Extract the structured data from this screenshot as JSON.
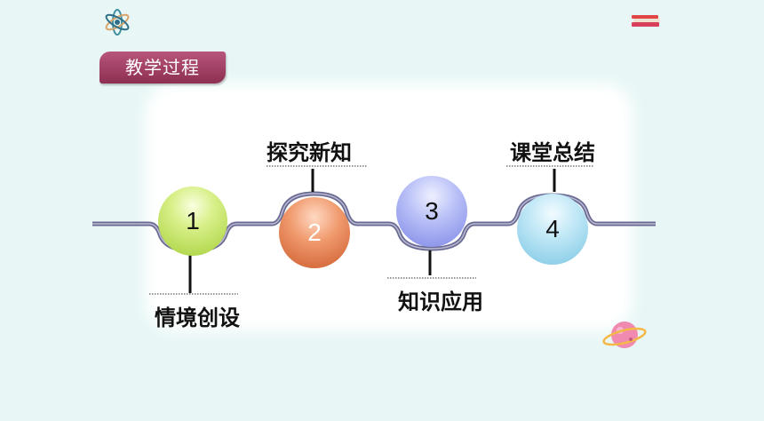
{
  "header": {
    "section_title": "教学过程"
  },
  "icons": {
    "top_left": "atom-icon",
    "top_right": "books-icon",
    "bottom_right": "planet-icon"
  },
  "timeline": {
    "steps": [
      {
        "number": "1",
        "label": "情境创设"
      },
      {
        "number": "2",
        "label": "探究新知"
      },
      {
        "number": "3",
        "label": "知识应用"
      },
      {
        "number": "4",
        "label": "课堂总结"
      }
    ]
  },
  "colors": {
    "banner": "#9e3d63",
    "line": "#5e5e86",
    "step1": "#a6cf3a",
    "step2": "#cc5a2a",
    "step3": "#7d86e6",
    "step4": "#7cc6e3"
  }
}
